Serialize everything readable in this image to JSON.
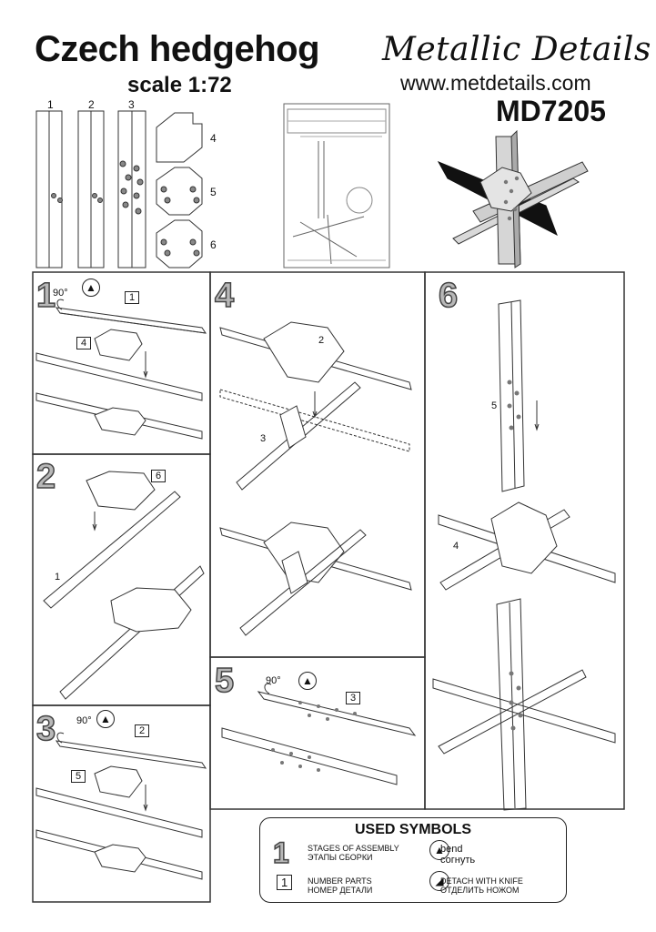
{
  "header": {
    "title": "Czech hedgehog",
    "scale": "scale 1:72",
    "brand": "Metallic Details",
    "url": "www.metdetails.com",
    "code": "MD7205"
  },
  "parts": {
    "labels": [
      "1",
      "2",
      "3",
      "4",
      "5",
      "6"
    ]
  },
  "steps": [
    {
      "num": "1",
      "angle": "90°",
      "parts": [
        "1",
        "4"
      ]
    },
    {
      "num": "2",
      "parts": [
        "6",
        "1"
      ]
    },
    {
      "num": "3",
      "angle": "90°",
      "parts": [
        "2",
        "5"
      ]
    },
    {
      "num": "4",
      "parts": [
        "2",
        "3"
      ]
    },
    {
      "num": "5",
      "angle": "90°",
      "parts": [
        "3"
      ]
    },
    {
      "num": "6",
      "parts": [
        "5",
        "4"
      ]
    }
  ],
  "legend": {
    "title": "USED SYMBOLS",
    "stage_num": "1",
    "stage_en": "STAGES OF ASSEMBLY",
    "stage_ru": "ЭТАПЫ СБОРКИ",
    "part_num": "1",
    "part_en": "NUMBER PARTS",
    "part_ru": "НОМЕР ДЕТАЛИ",
    "bend_en": "bend",
    "bend_ru": "согнуть",
    "detach_en": "DETACH WITH KNIFE",
    "detach_ru": "ОТДЕЛИТЬ НОЖОМ"
  }
}
